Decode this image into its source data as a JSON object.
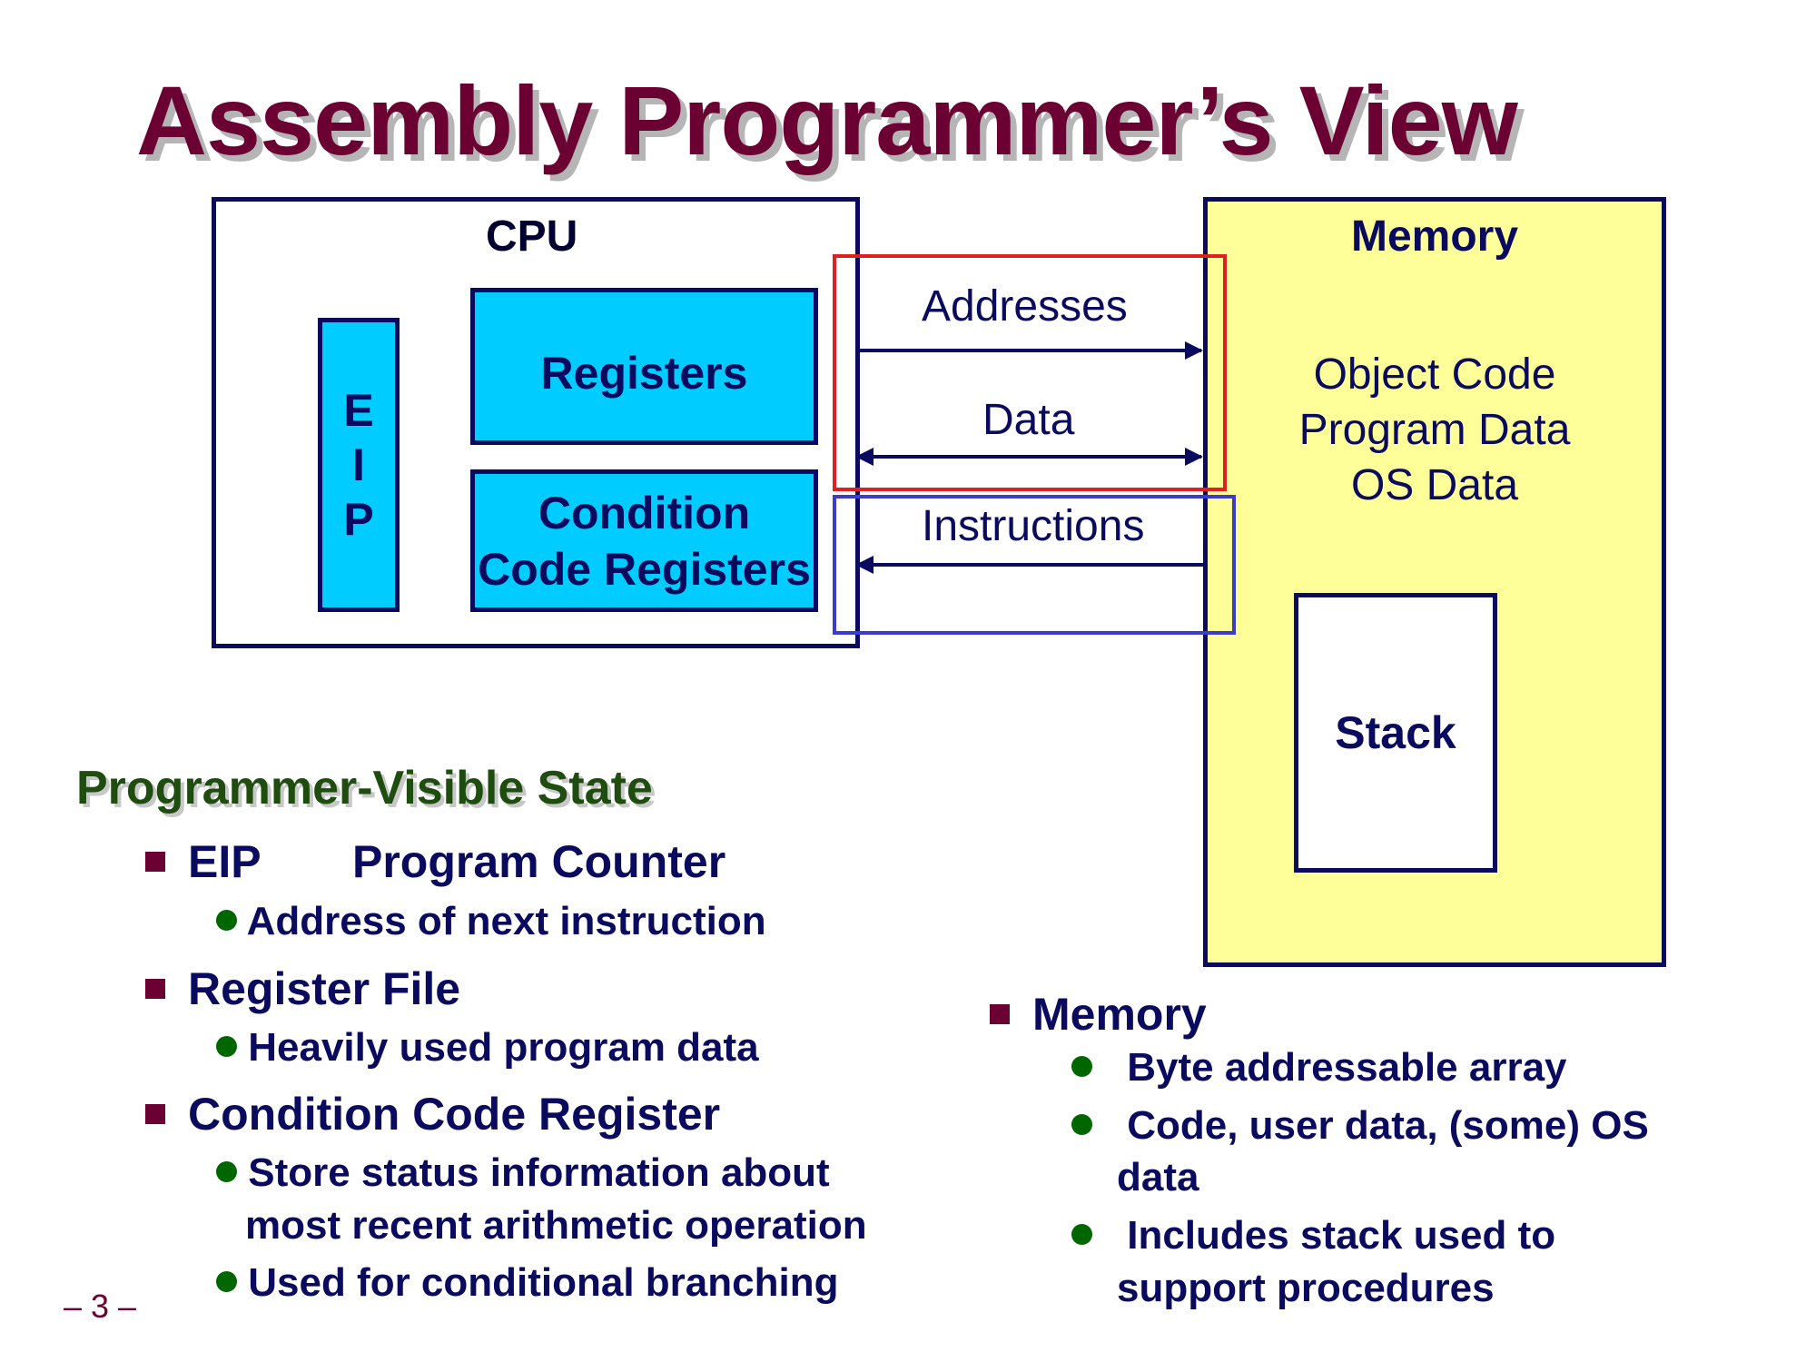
{
  "title": "Assembly Programmer’s View",
  "cpu": {
    "label": "CPU",
    "eip_letters": [
      "E",
      "I",
      "P"
    ],
    "registers": "Registers",
    "ccr_line1": "Condition",
    "ccr_line2": "Code Registers"
  },
  "bus": {
    "addresses": "Addresses",
    "data": "Data",
    "instructions": "Instructions"
  },
  "memory": {
    "label": "Memory",
    "content": [
      "Object Code",
      "Program Data",
      "OS Data"
    ],
    "stack": "Stack"
  },
  "state": {
    "heading": "Programmer-Visible State",
    "eip_name": "EIP",
    "eip_desc": "Program Counter",
    "eip_sub": "Address of next instruction",
    "regfile": "Register File",
    "regfile_sub": "Heavily used program data",
    "ccr": "Condition Code Register",
    "ccr_sub1_line1": "Store status information about",
    "ccr_sub1_line2": "most recent arithmetic operation",
    "ccr_sub2": "Used for conditional branching"
  },
  "mem_notes": {
    "heading": "Memory",
    "b1": "Byte addressable array",
    "b2_line1": "Code, user data, (some) OS",
    "b2_line2": "data",
    "b3_line1": "Includes stack used to",
    "b3_line2": "support procedures"
  },
  "page_number": "– 3 –",
  "colors": {
    "title": "#6b0033",
    "navy": "#0a0a5e",
    "cyan": "#00ccff",
    "memory_fill": "#ffff99",
    "heading_green": "#1f4d0f",
    "highlight_red": "#e02020",
    "highlight_blue": "#3c3ccc"
  }
}
